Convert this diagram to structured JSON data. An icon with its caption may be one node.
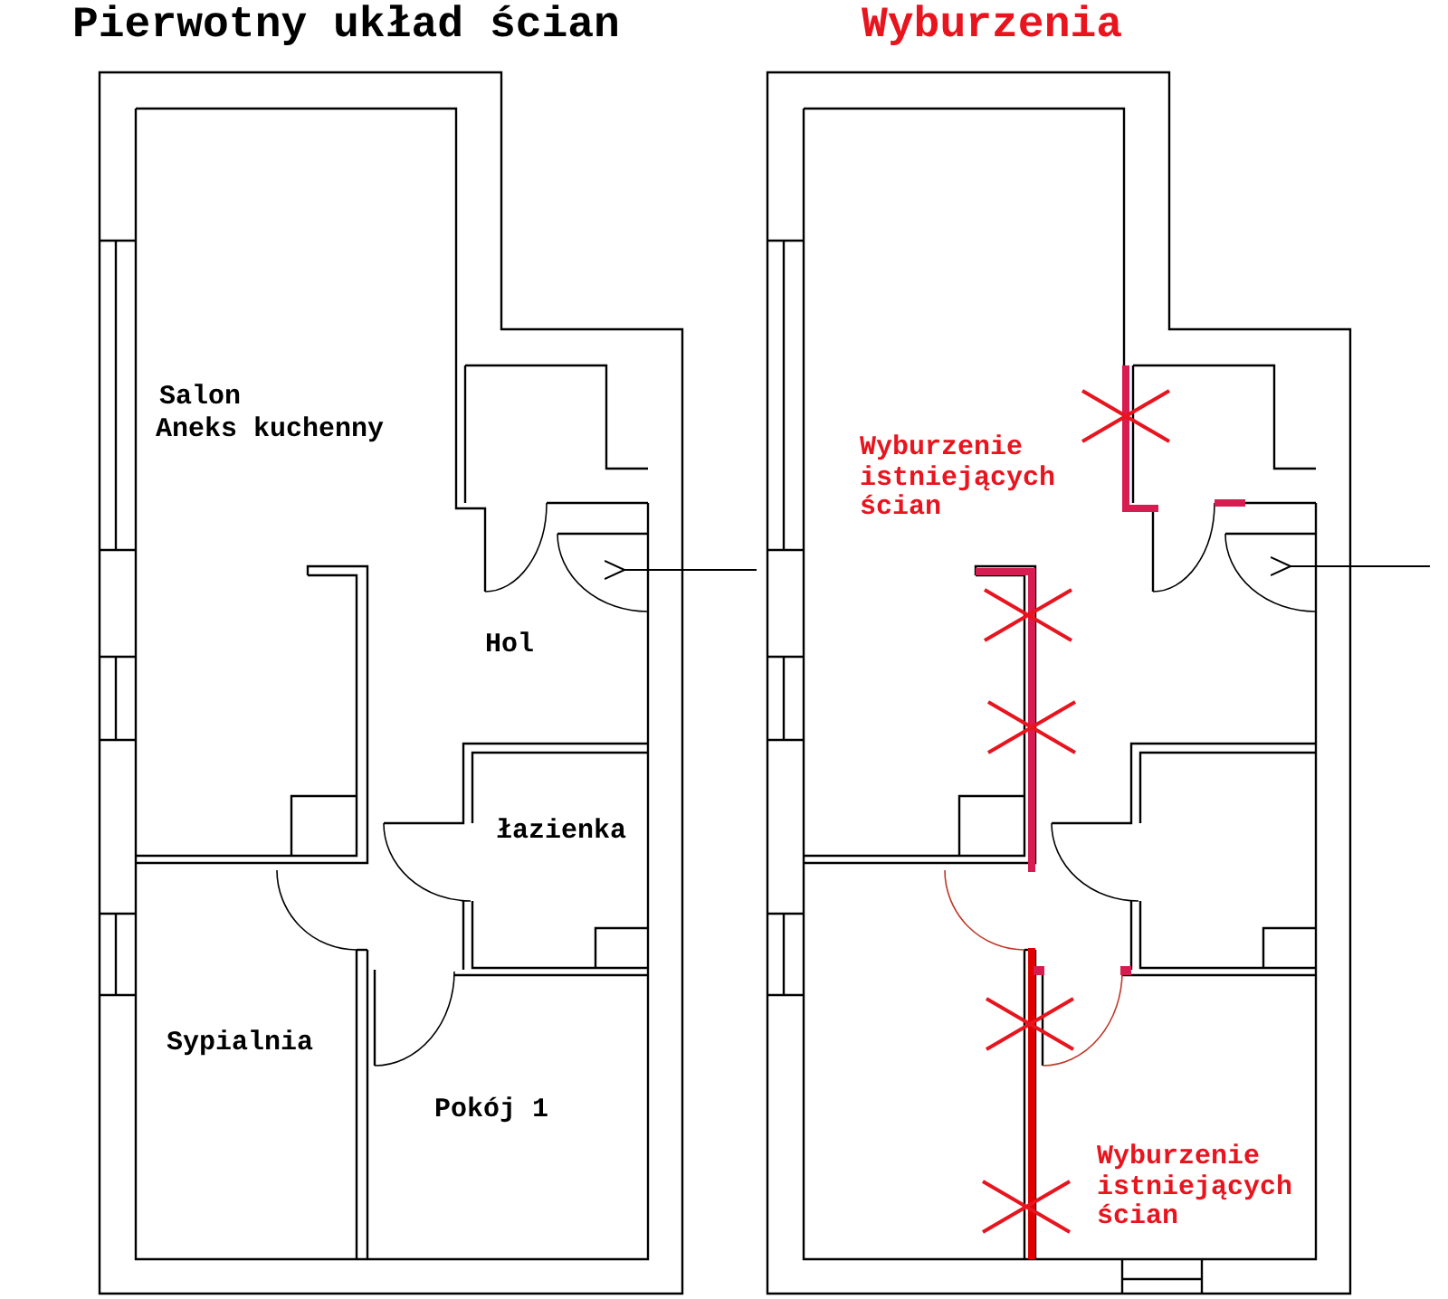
{
  "diagram": {
    "labels": [
      "Pierwotny układ ścian",
      "Wyburzenia",
      "Salon",
      "Aneks kuchenny",
      "Wyburzenie istniejących ścian",
      "Hol",
      "łazienka",
      "Sypialnia",
      "Pokój 1",
      "Wyburzenie istniejących ścian"
    ]
  }
}
